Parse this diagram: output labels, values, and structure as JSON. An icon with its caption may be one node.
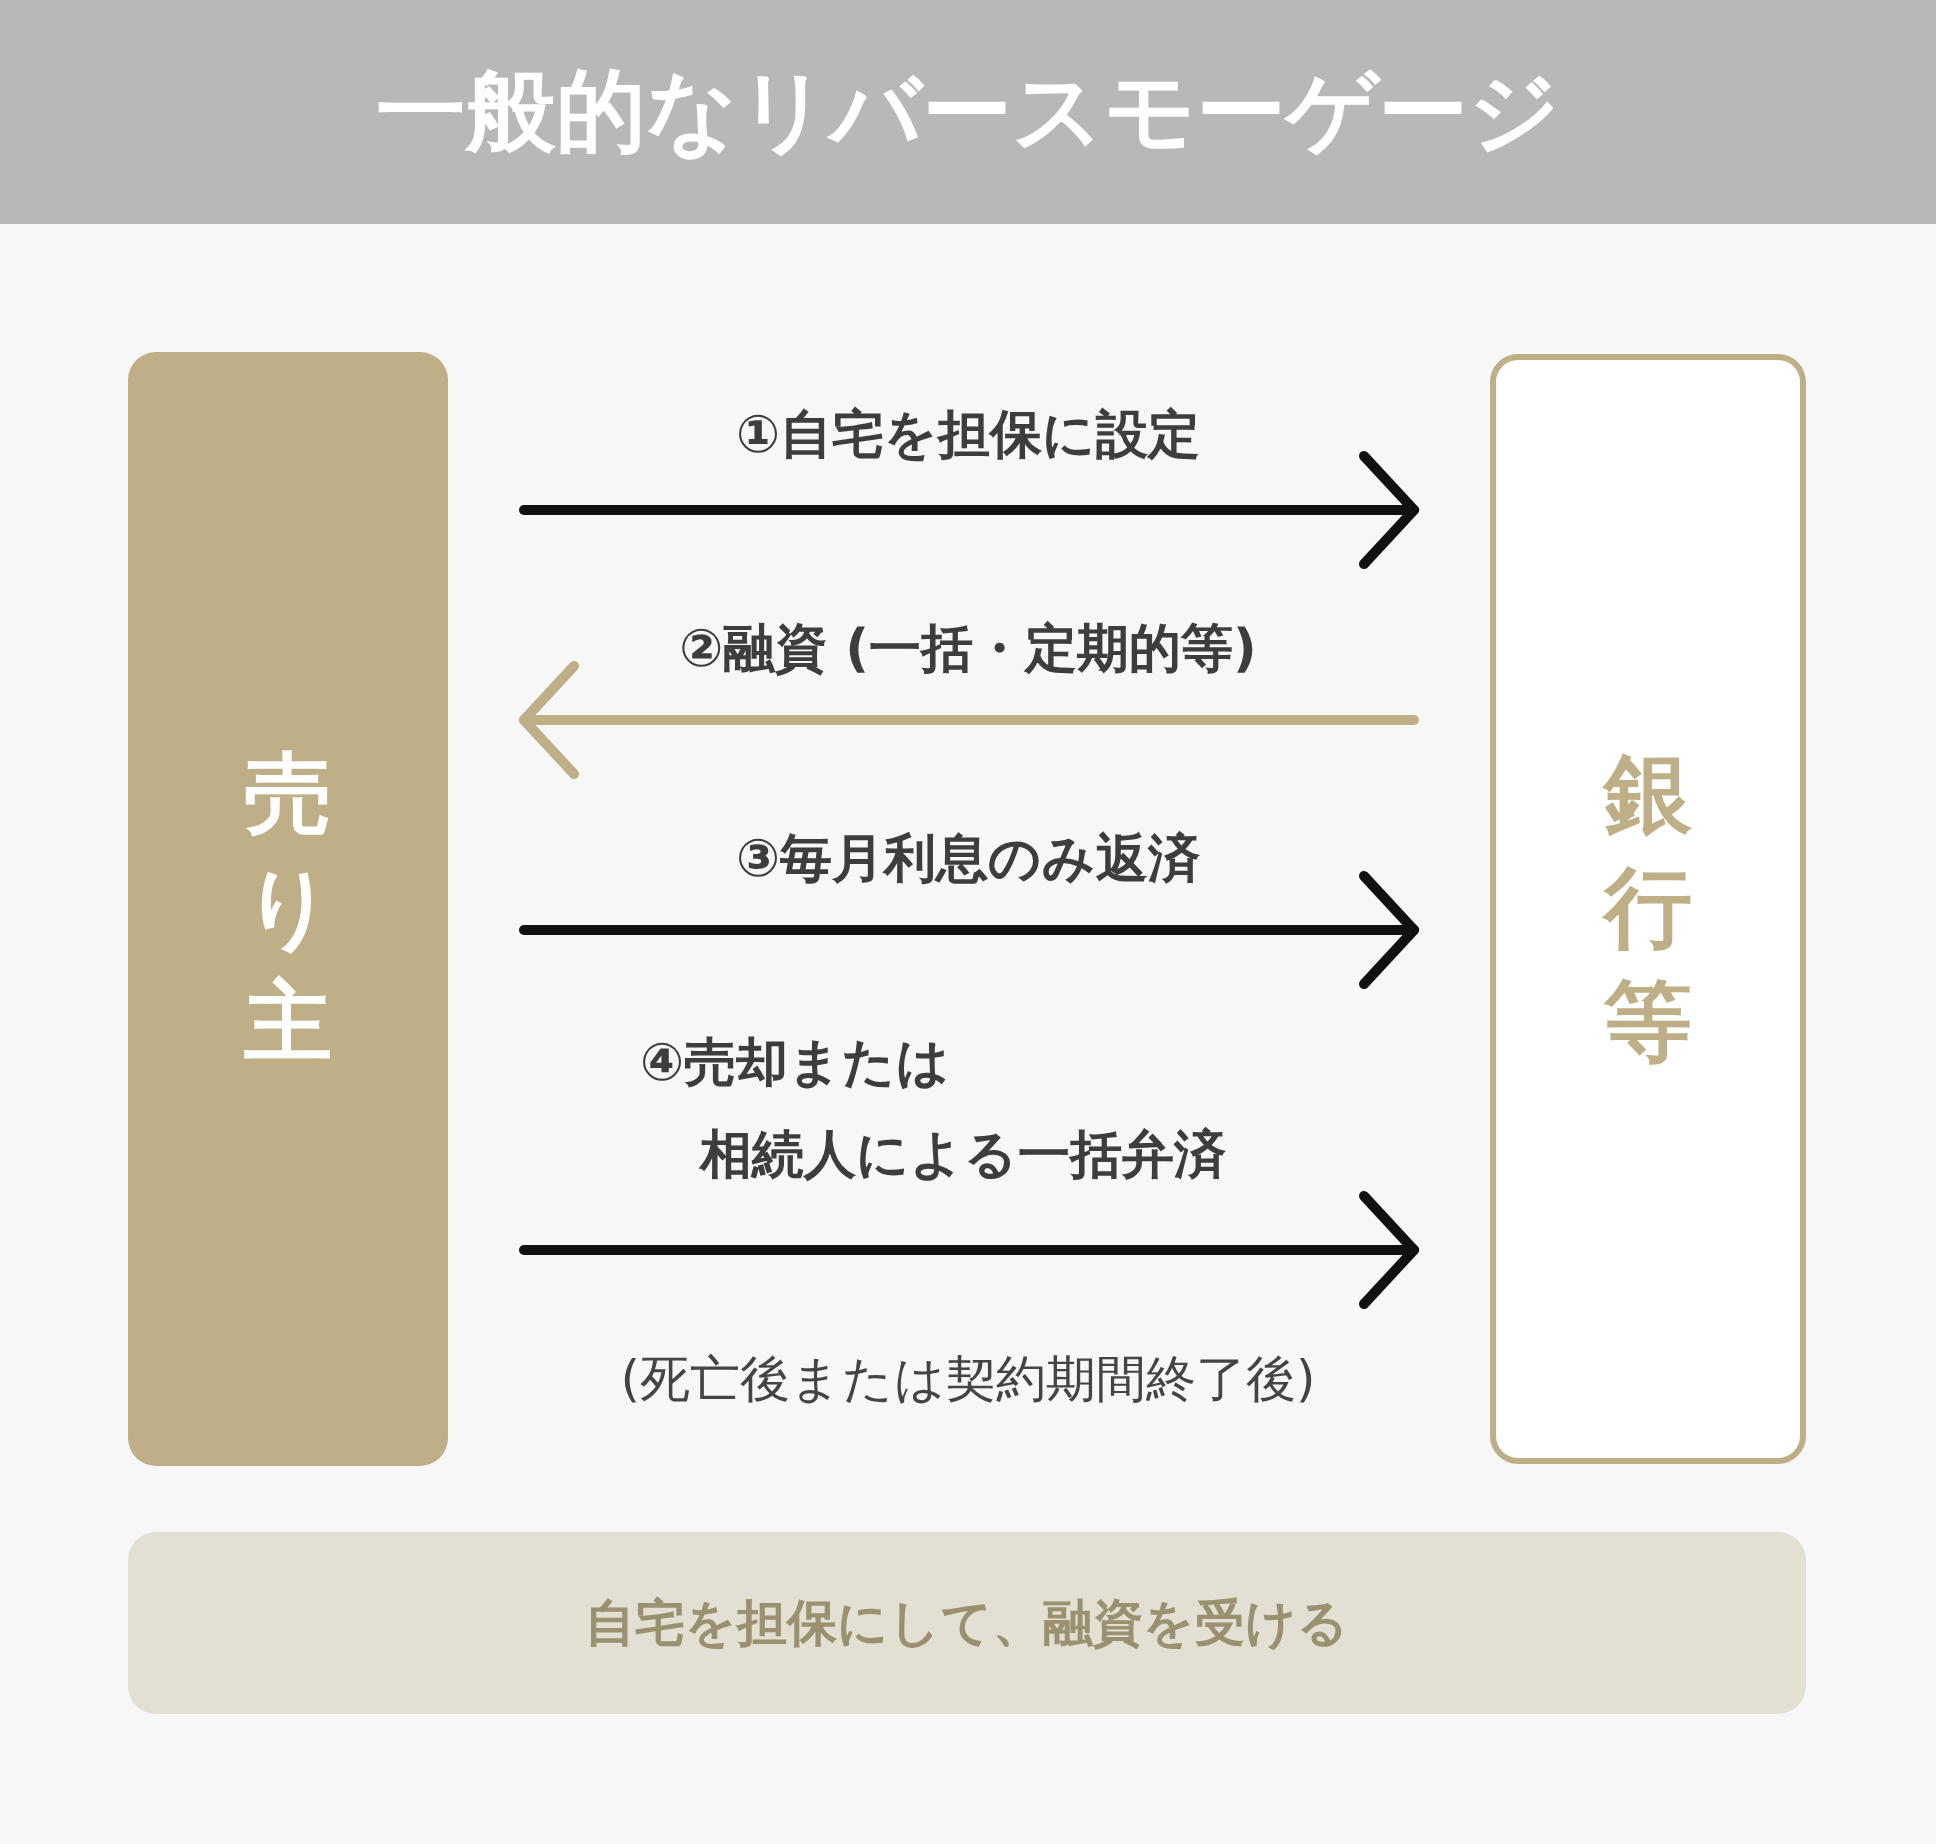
{
  "diagram": {
    "title": "一般的なリバースモーゲージ",
    "nodes": [
      {
        "text": [
          "売り主"
        ]
      },
      {
        "text": [
          "銀行等"
        ]
      },
      {
        "text": [
          "自宅を担保にして、融資を受ける"
        ]
      }
    ],
    "edges": [
      {
        "from": 0,
        "to": 1,
        "arrow": "to",
        "label": "①自宅を担保に設定"
      },
      {
        "from": 1,
        "to": 0,
        "arrow": "to",
        "label": "②融資 (一括・定期的等)",
        "color": "#bfaf86"
      },
      {
        "from": 0,
        "to": 1,
        "arrow": "to",
        "label": "③毎月利息のみ返済"
      },
      {
        "from": 0,
        "to": 1,
        "arrow": "to",
        "label": "④売却または相続人による一括弁済"
      }
    ],
    "labels": [
      "(死亡後または契約期間終了後)"
    ]
  }
}
